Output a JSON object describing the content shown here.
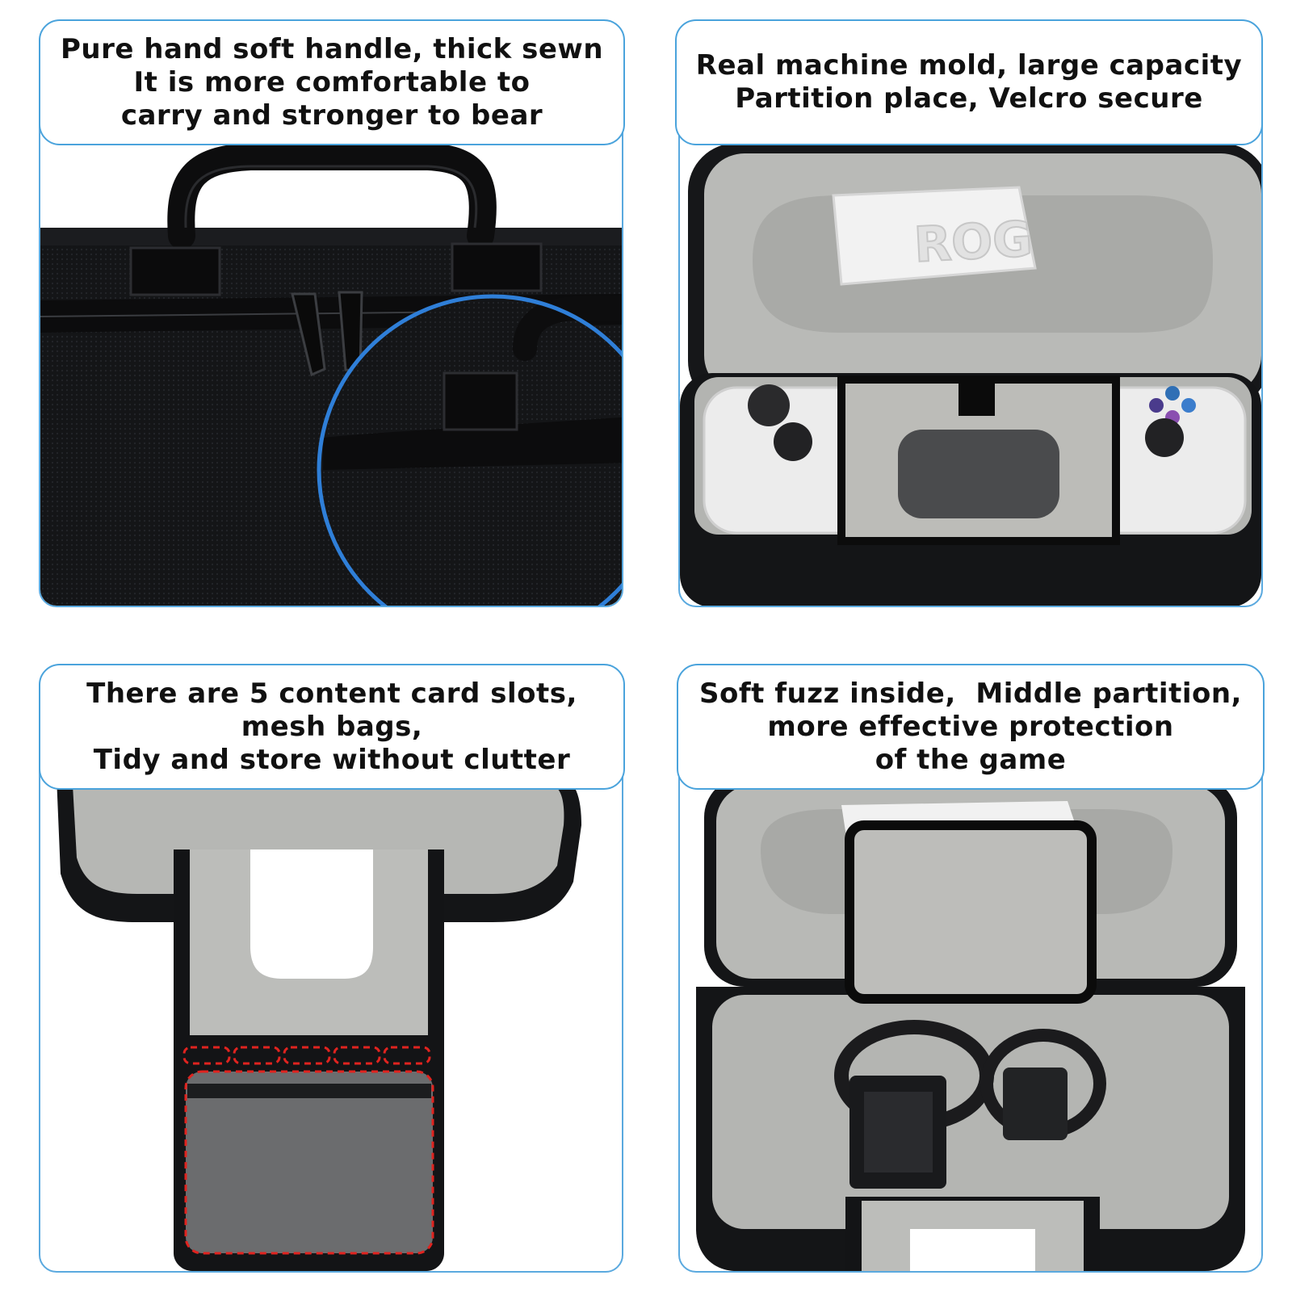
{
  "panels": [
    {
      "lines": [
        "Pure hand soft handle, thick sewn",
        "It is more comfortable to",
        "carry and stronger to bear"
      ]
    },
    {
      "lines": [
        "Real machine mold, large capacity",
        "Partition place, Velcro secure"
      ],
      "logo_text": "ROG"
    },
    {
      "lines": [
        "There are 5 content card slots,",
        "mesh bags,",
        "Tidy and store without clutter"
      ]
    },
    {
      "lines": [
        "Soft fuzz inside,  Middle partition,",
        "more effective protection",
        "of the game"
      ]
    }
  ],
  "colors": {
    "frame_blue": "#5aa9df",
    "case_black": "#151618",
    "lining_grey": "#b7b8b6",
    "stitch_red": "#e0231f"
  }
}
